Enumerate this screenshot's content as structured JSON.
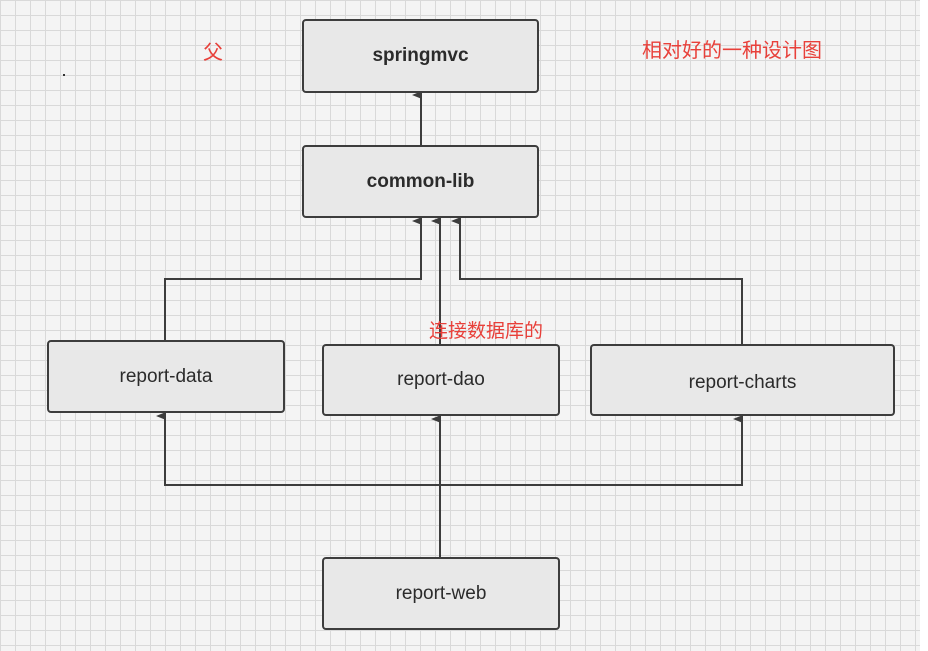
{
  "nodes": {
    "springmvc": "springmvc",
    "common_lib": "common-lib",
    "report_data": "report-data",
    "report_dao": "report-dao",
    "report_charts": "report-charts",
    "report_web": "report-web"
  },
  "notes": {
    "parent": "父",
    "title": "相对好的一种设计图",
    "db_note": "连接数据库的"
  },
  "colors": {
    "note_red": "#e8403a",
    "stroke": "#3d3d3d",
    "node_fill": "#e8e8e8"
  }
}
